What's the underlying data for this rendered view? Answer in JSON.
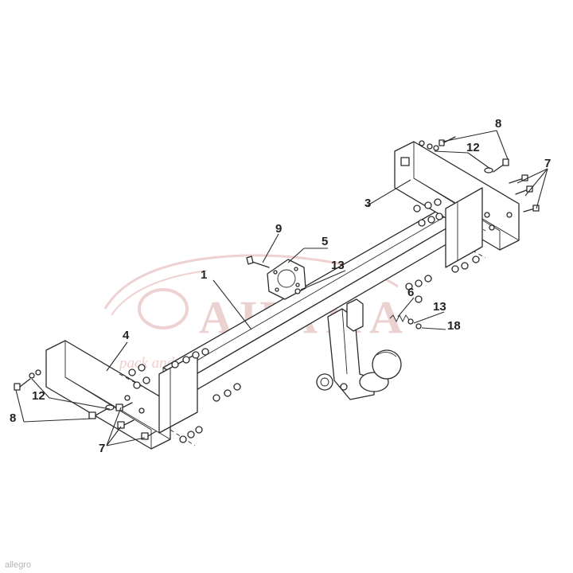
{
  "callouts": {
    "c1": "1",
    "c3": "3",
    "c4": "4",
    "c5": "5",
    "c6": "6",
    "c7a": "7",
    "c7b": "7",
    "c8a": "8",
    "c8b": "8",
    "c9": "9",
    "c12a": "12",
    "c12b": "12",
    "c13a": "13",
    "c13b": "13",
    "c18": "18"
  },
  "watermark": {
    "brand": "AHAKA",
    "tagline": "pack and travel"
  },
  "corner_logo": "allegro",
  "colors": {
    "line": "#2b2b2b",
    "watermark": "#e9c9c9"
  }
}
